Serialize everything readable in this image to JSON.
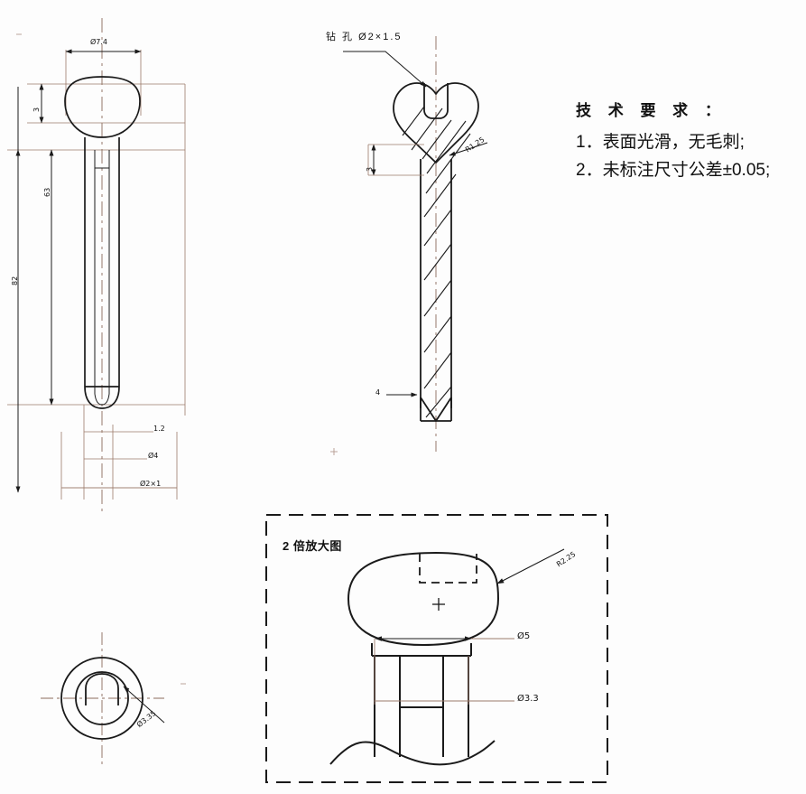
{
  "drawing": {
    "title": "mechanical-part-technical-drawing",
    "background_color": "#fdfdfd",
    "line_color": "#1a1a1a",
    "construction_line_color": "#8a6a5a"
  },
  "notes": {
    "title": "技 术 要 求 ：",
    "lines": [
      "1．表面光滑，无毛刺;",
      "2．未标注尺寸公差±0.05;"
    ]
  },
  "front_view": {
    "name": "front-elevation-view",
    "dimensions": {
      "head_diameter": "Ø7.4",
      "head_height": "3",
      "shank_length": "63",
      "overall_length": "82",
      "tip_chamfer": "1.2",
      "shank_diameter": "Ø4",
      "bore": "Ø2×1"
    }
  },
  "section_view": {
    "name": "section-view",
    "callout_top": "钻 孔 Ø2×1.5",
    "dimensions": {
      "head_height": "3",
      "fillet_radius": "R1.25",
      "tip": "4"
    }
  },
  "bottom_view": {
    "name": "bottom-end-view",
    "callout": "Ø3.35"
  },
  "detail_view": {
    "name": "magnified-detail-view",
    "title": "2 倍放大图",
    "callout_radius": "R2.25",
    "dimensions": {
      "ball_width": "Ø5",
      "shank_width": "Ø3.3"
    }
  }
}
